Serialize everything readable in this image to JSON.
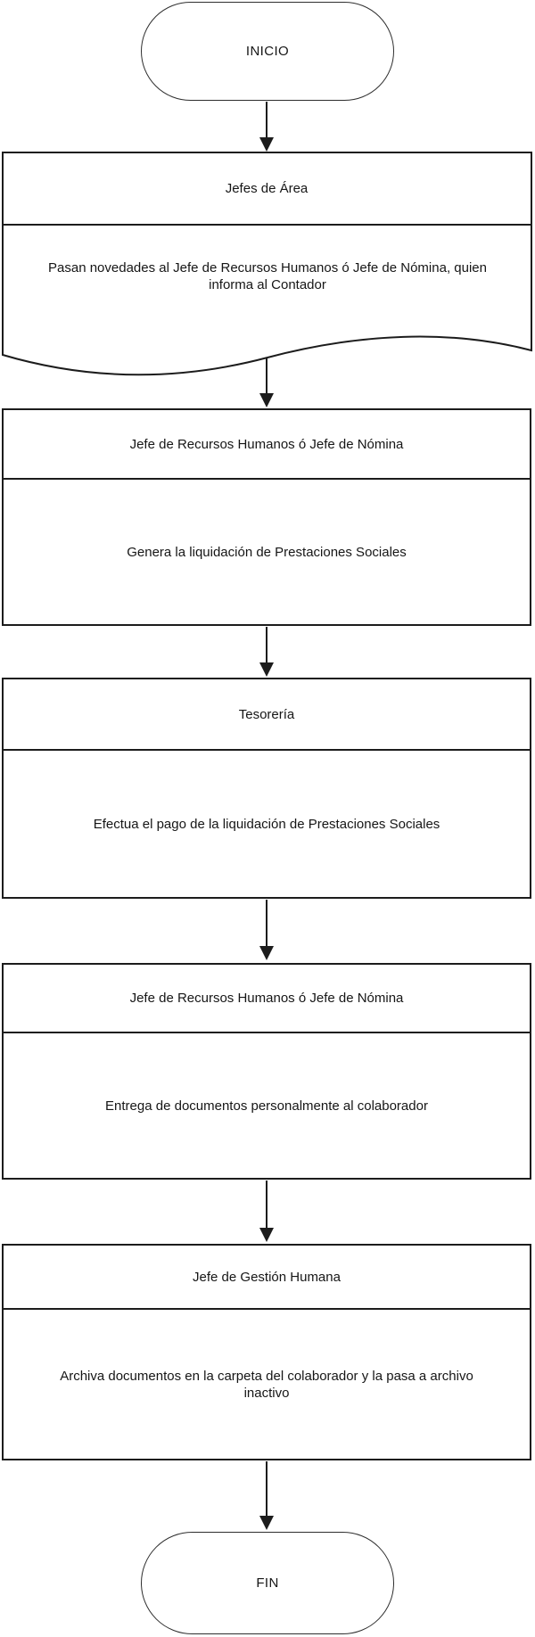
{
  "diagram": {
    "type": "flowchart",
    "start_label": "INICIO",
    "end_label": "FIN",
    "nodes": [
      {
        "shape": "document",
        "header": "Jefes de Área",
        "body_lines": [
          "Pasan novedades al Jefe de Recursos Humanos ó Jefe de Nómina, quien",
          "informa al Contador"
        ]
      },
      {
        "shape": "process",
        "header": "Jefe de Recursos Humanos ó Jefe de Nómina",
        "body_lines": [
          "Genera la liquidación de Prestaciones Sociales"
        ]
      },
      {
        "shape": "process",
        "header": "Tesorería",
        "body_lines": [
          "Efectua el pago de la liquidación de Prestaciones Sociales"
        ]
      },
      {
        "shape": "process",
        "header": "Jefe de Recursos Humanos ó Jefe de Nómina",
        "body_lines": [
          "Entrega de documentos personalmente al colaborador"
        ]
      },
      {
        "shape": "process",
        "header": "Jefe de Gestión Humana",
        "body_lines": [
          "Archiva documentos en la carpeta del colaborador y la pasa a archivo",
          "inactivo"
        ]
      }
    ],
    "colors": {
      "stroke": "#1c1c1c",
      "fill": "#ffffff",
      "text": "#161616"
    }
  }
}
